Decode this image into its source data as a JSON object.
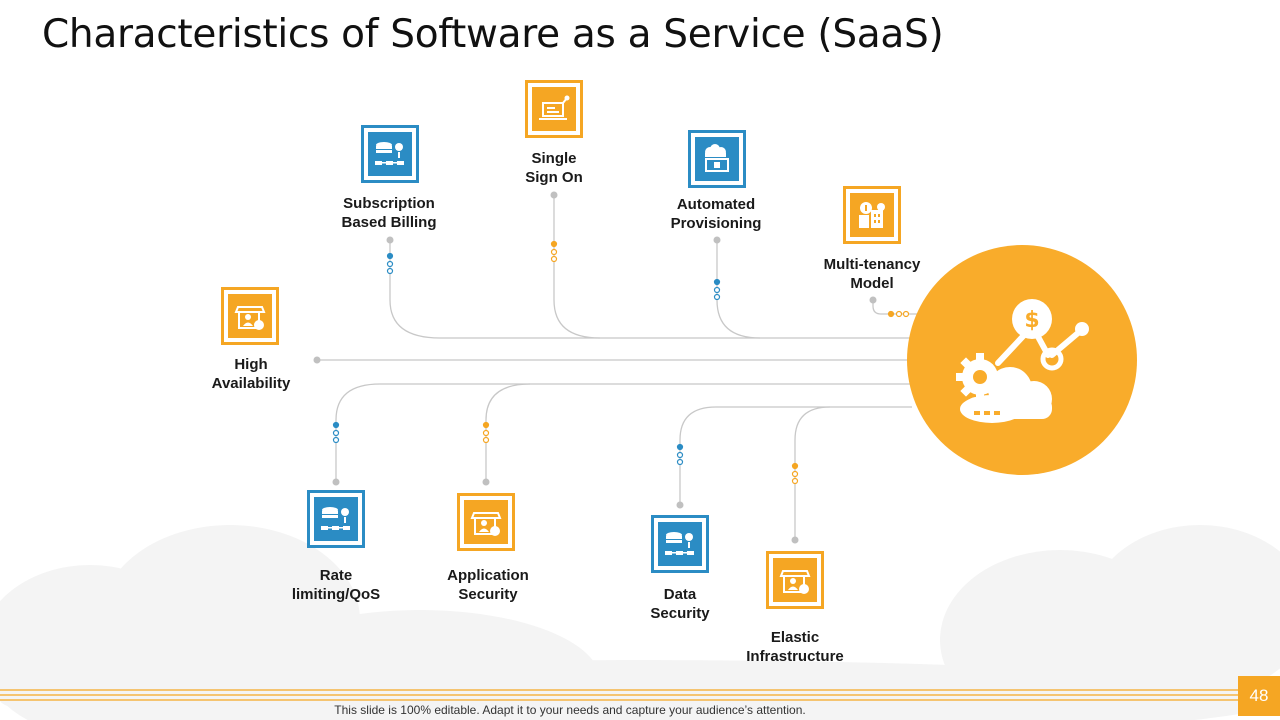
{
  "slide": {
    "title": "Characteristics of Software as a Service (SaaS)",
    "footer_note": "This slide is 100% editable. Adapt it to your needs and capture your audience’s attention.",
    "page_number": "48"
  },
  "colors": {
    "accent_orange": "#f5a623",
    "accent_blue": "#2b8cc4",
    "hub_orange": "#f9ac2b",
    "connector_gray": "#c8c8c8"
  },
  "hub": {
    "icon": "cloud-gear-dollar-network-icon"
  },
  "nodes": [
    {
      "label_line1": "Subscription",
      "label_line2": "Based Billing",
      "icon": "server-settings-icon",
      "color": "blue"
    },
    {
      "label_line1": "Single",
      "label_line2": "Sign On",
      "icon": "laptop-network-icon",
      "color": "orange"
    },
    {
      "label_line1": "Automated",
      "label_line2": "Provisioning",
      "icon": "cloud-lock-icon",
      "color": "blue"
    },
    {
      "label_line1": "Multi-tenancy",
      "label_line2": "Model",
      "icon": "money-building-icon",
      "color": "orange"
    },
    {
      "label_line1": "High",
      "label_line2": "Availability",
      "icon": "storefront-user-icon",
      "color": "orange"
    },
    {
      "label_line1": "Rate",
      "label_line2": "limiting/QoS",
      "icon": "server-settings-icon",
      "color": "blue"
    },
    {
      "label_line1": "Application",
      "label_line2": "Security",
      "icon": "storefront-user-icon",
      "color": "orange"
    },
    {
      "label_line1": "Data",
      "label_line2": "Security",
      "icon": "server-settings-icon",
      "color": "blue"
    },
    {
      "label_line1": "Elastic",
      "label_line2": "Infrastructure",
      "icon": "storefront-user-icon",
      "color": "orange"
    }
  ]
}
